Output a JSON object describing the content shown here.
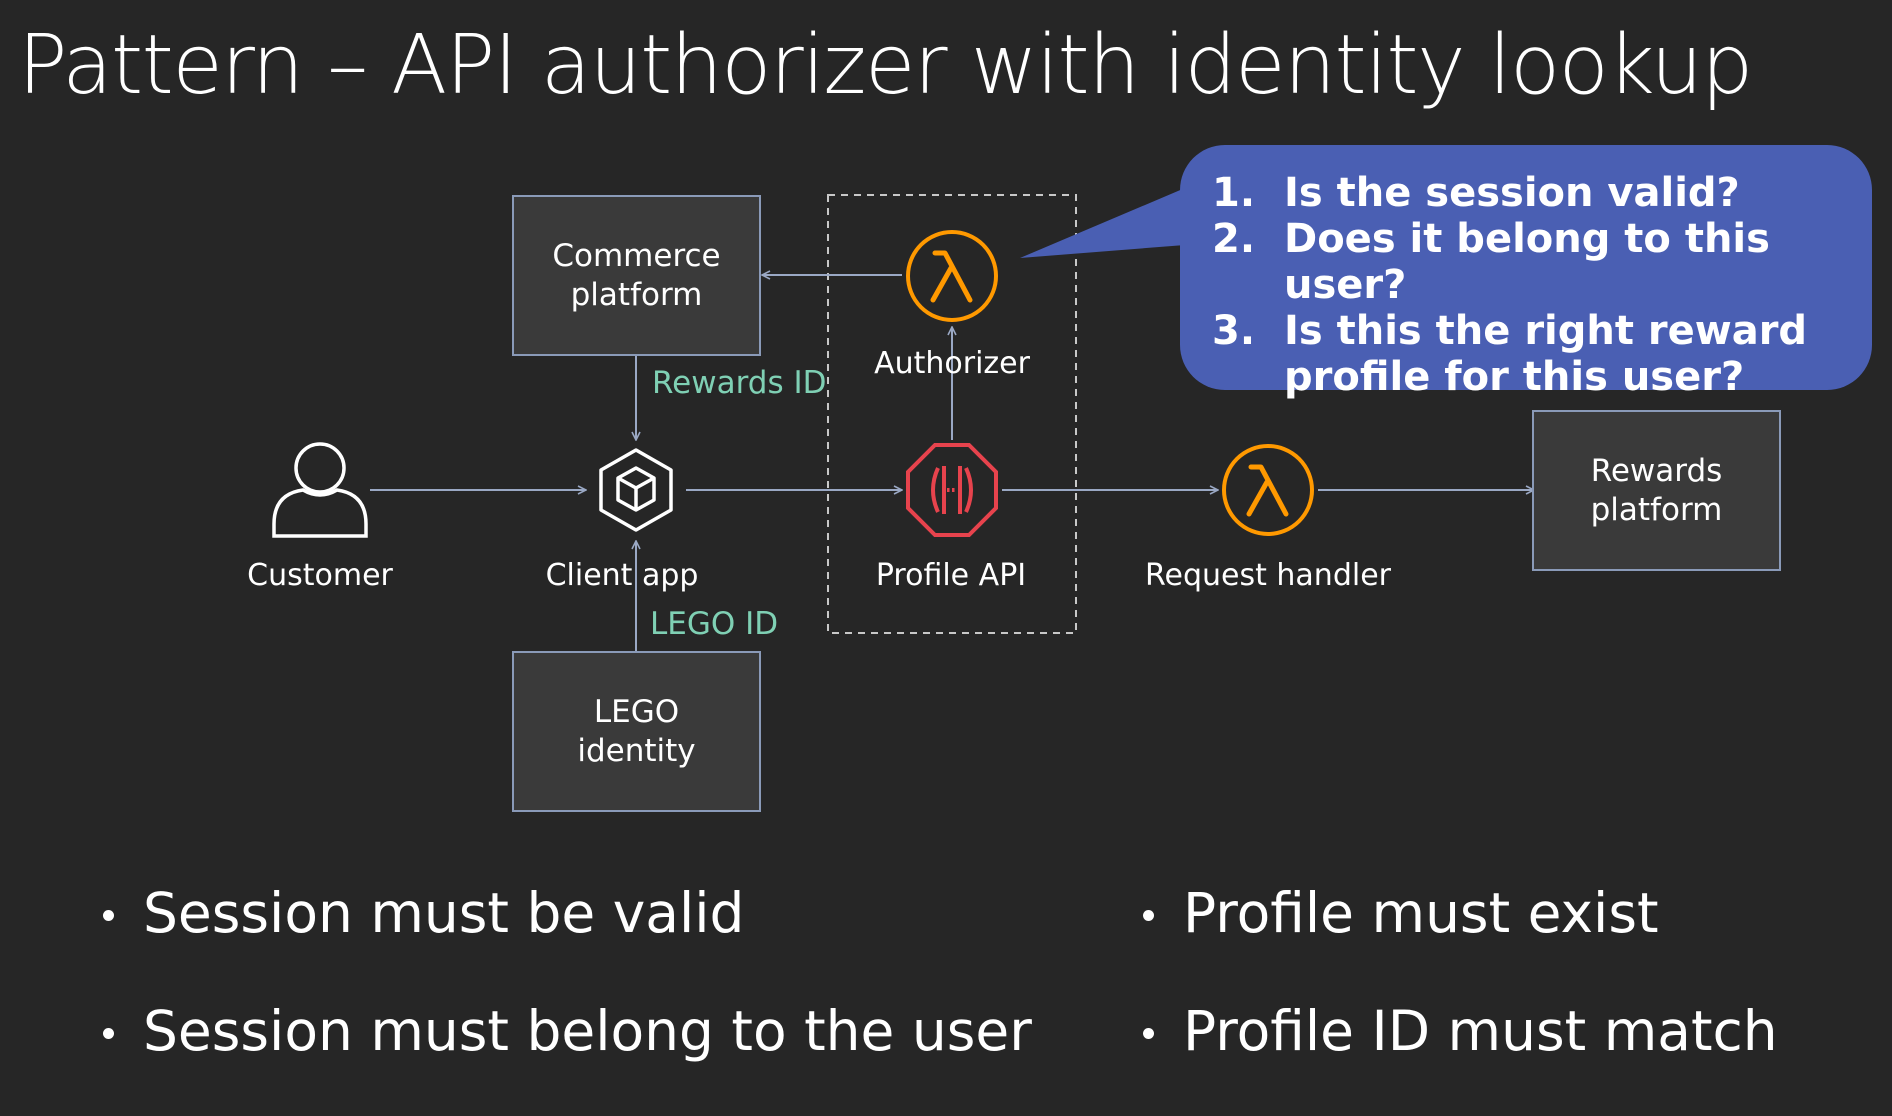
{
  "title": "Pattern – API authorizer with identity lookup",
  "colors": {
    "background": "#262626",
    "box_fill": "#3a3a3a",
    "box_border": "#8a9ab8",
    "lambda_orange": "#ff9900",
    "api_red": "#e7434d",
    "edge_label_green": "#7fd0b4",
    "callout_blue": "#4a5fb3",
    "arrow": "#9aa8c4"
  },
  "diagram": {
    "nodes": {
      "commerce": {
        "label_line1": "Commerce",
        "label_line2": "platform",
        "icon": "box"
      },
      "lego": {
        "label_line1": "LEGO",
        "label_line2": "identity",
        "icon": "box"
      },
      "rewards": {
        "label_line1": "Rewards",
        "label_line2": "platform",
        "icon": "box"
      },
      "customer": {
        "label": "Customer",
        "icon": "user-icon"
      },
      "client_app": {
        "label": "Client app",
        "icon": "cube-icon"
      },
      "profile_api": {
        "label": "Profile API",
        "icon": "api-gateway-icon"
      },
      "authorizer": {
        "label": "Authorizer",
        "icon": "lambda-icon"
      },
      "request_handler": {
        "label": "Request handler",
        "icon": "lambda-icon"
      }
    },
    "edge_labels": {
      "rewards_id": "Rewards ID",
      "lego_id": "LEGO ID"
    }
  },
  "callout": {
    "items": [
      {
        "num": "1.",
        "text": "Is the session valid?"
      },
      {
        "num": "2.",
        "text": "Does it belong to this user?"
      },
      {
        "num": "3.",
        "text": "Is this the right reward profile for this user?"
      }
    ]
  },
  "bullets_left": [
    "Session must be valid",
    "Session must belong to the user"
  ],
  "bullets_right": [
    "Profile must exist",
    "Profile ID must match"
  ]
}
